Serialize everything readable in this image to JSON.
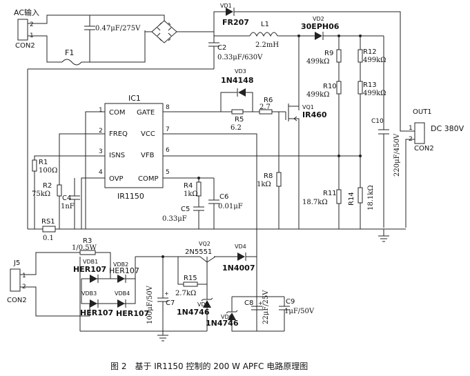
{
  "connectors": {
    "ac_in": {
      "title": "AC输入",
      "pin_top": "2",
      "pin_bot": "1",
      "name": "CON2"
    },
    "out1": {
      "title": "OUT1",
      "pin_top": "1",
      "pin_bot": "2",
      "name": "CON2",
      "voltage": "DC 380V"
    },
    "j5": {
      "title": "J5",
      "pin_top": "1",
      "pin_bot": "2",
      "name": "CON2"
    }
  },
  "ic": {
    "ref": "IC1",
    "part": "IR1150",
    "left_pins": [
      {
        "num": "1",
        "name": "COM"
      },
      {
        "num": "2",
        "name": "FREQ"
      },
      {
        "num": "3",
        "name": "ISNS"
      },
      {
        "num": "4",
        "name": "OVP"
      }
    ],
    "right_pins": [
      {
        "num": "8",
        "name": "GATE"
      },
      {
        "num": "7",
        "name": "VCC"
      },
      {
        "num": "6",
        "name": "VFB"
      },
      {
        "num": "5",
        "name": "COMP"
      }
    ]
  },
  "components": {
    "c_x": "0.47μF/275V",
    "f1": "F1",
    "vd1_ref": "VD1",
    "vd1_part": "FR207",
    "l1_ref": "L1",
    "l1_val": "2.2mH",
    "vd2_ref": "VD2",
    "vd2_part": "30EPH06",
    "c2_ref": "C2",
    "c2_val": "0.33μF/630V",
    "vd3_ref": "VD3",
    "vd3_part": "1N4148",
    "r6_ref": "R6",
    "r6_val": "2.7",
    "r5_ref": "R5",
    "r5_val": "6.2",
    "vq1_ref": "VQ1",
    "vq1_part": "IR460",
    "r9_ref": "R9",
    "r9_val": "499kΩ",
    "r10_ref": "R10",
    "r10_val": "499kΩ",
    "r11_ref": "R11",
    "r11_val": "18.7kΩ",
    "r12_ref": "R12",
    "r12_val": "499kΩ",
    "r13_ref": "R13",
    "r13_val": "499kΩ",
    "r14_ref": "R14",
    "r14_val": "18.1kΩ",
    "c10_ref": "C10",
    "c10_val": "220μF/450V",
    "r8_ref": "R8",
    "r8_val": "1kΩ",
    "r1_ref": "R1",
    "r1_val": "100Ω",
    "r2_ref": "R2",
    "r2_val": "75kΩ",
    "c4_ref": "C4",
    "c4_val": "1nF",
    "rs1_ref": "RS1",
    "rs1_val": "0.1",
    "r4_ref": "R4",
    "r4_val": "1kΩ",
    "c5_ref": "C5",
    "c5_val": "0.33μF",
    "c6_ref": "C6",
    "c6_val": "0.01μF",
    "r3_ref": "R3",
    "r3_val": "1/0.5W",
    "vdb1_ref": "VDB1",
    "vdb1_part": "HER107",
    "vdb2_ref": "VDB2",
    "vdb2_part": "HER107",
    "vdb3_ref": "VDB3",
    "vdb3_part": "HER107",
    "vdb4_ref": "VDB4",
    "vdb4_part": "HER107",
    "c7_ref": "C7",
    "c7_val": "100μF/50V",
    "r15_ref": "R15",
    "r15_val": "2.7kΩ",
    "vq2_ref": "VQ2",
    "vq2_part": "2N5551",
    "vd4_ref": "VD4",
    "vd4_part": "1N4007",
    "vd5_ref": "VD5",
    "vd5_part": "1N4746",
    "vd6_ref": "VD6",
    "vd6_part": "1N4746",
    "c8_ref": "C8",
    "c8_val": "22μF/25V",
    "c9_ref": "C9",
    "c9_val": "1μF/50V"
  },
  "caption": "图 2　基于 IR1150 控制的 200 W APFC 电路原理图"
}
